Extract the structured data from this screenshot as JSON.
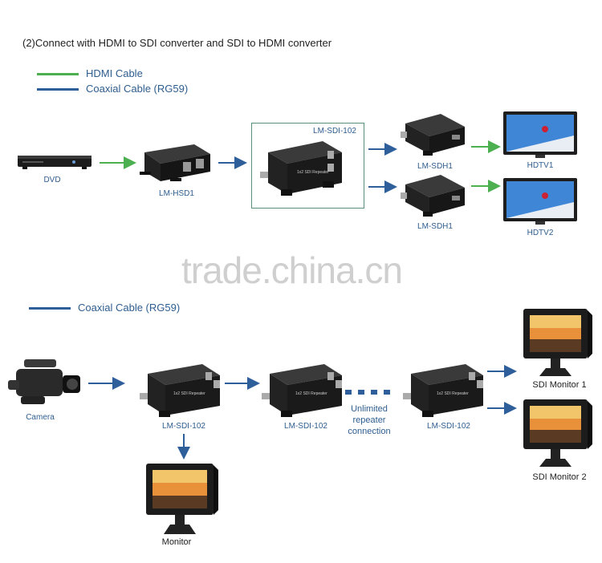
{
  "title": "(2)Connect with HDMI to SDI converter and SDI to HDMI converter",
  "legend_top": {
    "hdmi": "HDMI Cable",
    "coax": "Coaxial Cable (RG59)",
    "hdmi_color": "#4caf50",
    "coax_color": "#2f5f9a"
  },
  "legend_bottom": {
    "coax": "Coaxial Cable (RG59)"
  },
  "watermark": "trade.china.cn",
  "top_row": {
    "dvd": "DVD",
    "hsd": "LM-HSD1",
    "sdi": "LM-SDI-102",
    "sdh_1": "LM-SDH1",
    "sdh_2": "LM-SDH1",
    "tv_1": "HDTV1",
    "tv_2": "HDTV2"
  },
  "bottom_row": {
    "camera": "Camera",
    "sdi_1": "LM-SDI-102",
    "sdi_2": "LM-SDI-102",
    "sdi_3": "LM-SDI-102",
    "repeater_note_1": "Unlimited",
    "repeater_note_2": "repeater",
    "repeater_note_3": "connection",
    "monitor": "Monitor",
    "sdi_monitor_1": "SDI Monitor 1",
    "sdi_monitor_2": "SDI Monitor 2"
  }
}
